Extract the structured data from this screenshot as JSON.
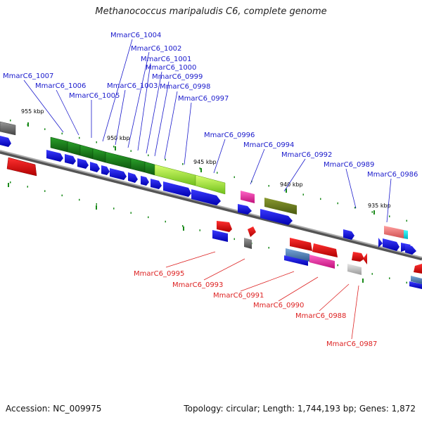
{
  "title": "Methanococcus maripaludis C6, complete genome",
  "footer": {
    "accession": "Accession: NC_009975",
    "summary": "Topology: circular; Length: 1,744,193 bp; Genes: 1,872"
  },
  "ticks": [
    "955 kbp",
    "950 kbp",
    "945 kbp",
    "940 kbp",
    "935 kbp"
  ],
  "colors": {
    "forward_label": "#1a1acc",
    "reverse_label": "#dd2222",
    "cds": "#1010ee",
    "backbone": "#888888",
    "tick": "#1a8a1a"
  },
  "labels_top": [
    "MmarC6_1007",
    "MmarC6_1006",
    "MmarC6_1005",
    "MmarC6_1004",
    "MmarC6_1003",
    "MmarC6_1002",
    "MmarC6_1001",
    "MmarC6_1000",
    "MmarC6_0999",
    "MmarC6_0998",
    "MmarC6_0997",
    "MmarC6_0996",
    "MmarC6_0994",
    "MmarC6_0992",
    "MmarC6_0989",
    "MmarC6_0986"
  ],
  "labels_bottom": [
    "MmarC6_0995",
    "MmarC6_0993",
    "MmarC6_0991",
    "MmarC6_0990",
    "MmarC6_0988",
    "MmarC6_0987"
  ]
}
